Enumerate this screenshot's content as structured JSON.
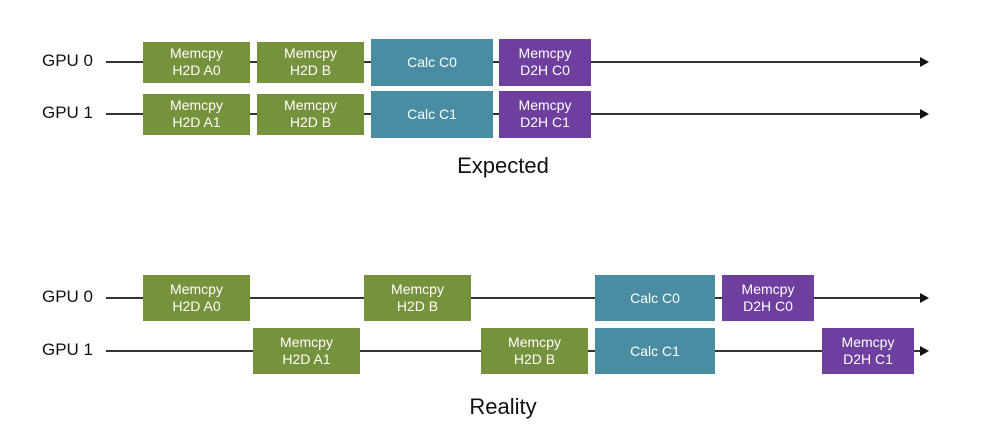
{
  "colors": {
    "memcpy_h2d": "#76923c",
    "calc": "#4a8da3",
    "memcpy_d2h": "#6e3f9e",
    "line": "#333333"
  },
  "sections": [
    {
      "title": "Expected",
      "rows": [
        {
          "label": "GPU 0",
          "blocks": [
            {
              "kind": "memcpy_h2d",
              "lines": [
                "Memcpy",
                "H2D A0"
              ]
            },
            {
              "kind": "memcpy_h2d",
              "lines": [
                "Memcpy",
                "H2D B"
              ]
            },
            {
              "kind": "calc",
              "lines": [
                "Calc C0"
              ]
            },
            {
              "kind": "memcpy_d2h",
              "lines": [
                "Memcpy",
                "D2H C0"
              ]
            }
          ]
        },
        {
          "label": "GPU 1",
          "blocks": [
            {
              "kind": "memcpy_h2d",
              "lines": [
                "Memcpy",
                "H2D A1"
              ]
            },
            {
              "kind": "memcpy_h2d",
              "lines": [
                "Memcpy",
                "H2D B"
              ]
            },
            {
              "kind": "calc",
              "lines": [
                "Calc C1"
              ]
            },
            {
              "kind": "memcpy_d2h",
              "lines": [
                "Memcpy",
                "D2H C1"
              ]
            }
          ]
        }
      ]
    },
    {
      "title": "Reality",
      "rows": [
        {
          "label": "GPU 0",
          "blocks": [
            {
              "kind": "memcpy_h2d",
              "lines": [
                "Memcpy",
                "H2D A0"
              ]
            },
            {
              "kind": "memcpy_h2d",
              "lines": [
                "Memcpy",
                "H2D B"
              ]
            },
            {
              "kind": "calc",
              "lines": [
                "Calc C0"
              ]
            },
            {
              "kind": "memcpy_d2h",
              "lines": [
                "Memcpy",
                "D2H C0"
              ]
            }
          ]
        },
        {
          "label": "GPU 1",
          "blocks": [
            {
              "kind": "memcpy_h2d",
              "lines": [
                "Memcpy",
                "H2D A1"
              ]
            },
            {
              "kind": "memcpy_h2d",
              "lines": [
                "Memcpy",
                "H2D B"
              ]
            },
            {
              "kind": "calc",
              "lines": [
                "Calc C1"
              ]
            },
            {
              "kind": "memcpy_d2h",
              "lines": [
                "Memcpy",
                "D2H C1"
              ]
            }
          ]
        }
      ]
    }
  ]
}
